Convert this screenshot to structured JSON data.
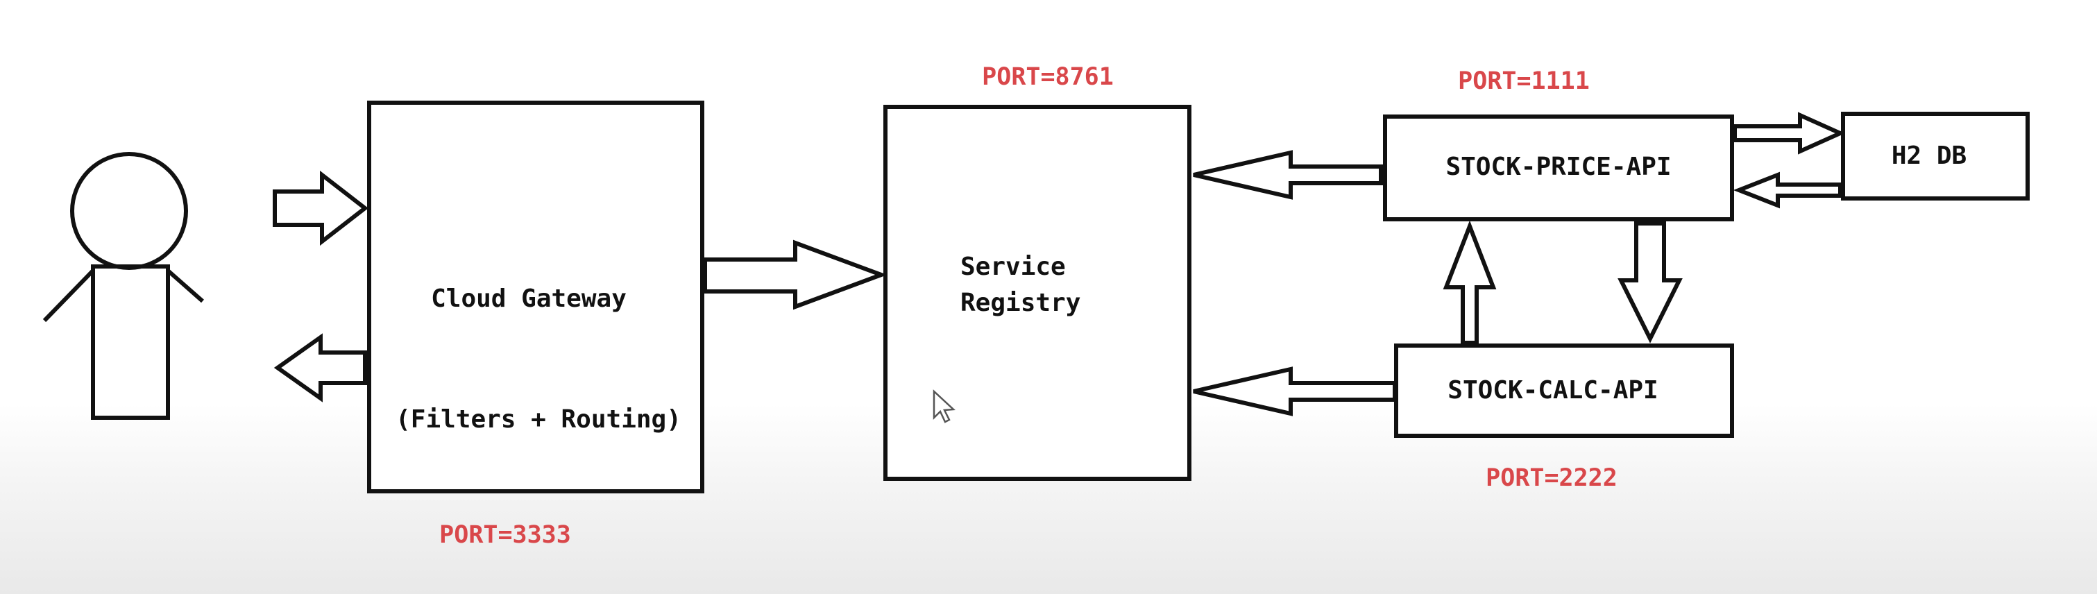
{
  "nodes": {
    "cloud_gateway": {
      "title": "Cloud Gateway",
      "subtitle": "(Filters + Routing)",
      "port": "PORT=3333"
    },
    "service_registry": {
      "line1": "Service",
      "line2": "Registry",
      "port": "PORT=8761"
    },
    "stock_price_api": {
      "label": "STOCK-PRICE-API",
      "port": "PORT=1111"
    },
    "stock_calc_api": {
      "label": "STOCK-CALC-API",
      "port": "PORT=2222"
    },
    "h2_db": {
      "label": "H2 DB"
    }
  },
  "colors": {
    "stroke": "#111111",
    "port_label": "#d9474a",
    "background": "#ffffff"
  },
  "icons": {
    "user": "stick-figure-user-icon",
    "pointer": "mouse-cursor-icon"
  }
}
